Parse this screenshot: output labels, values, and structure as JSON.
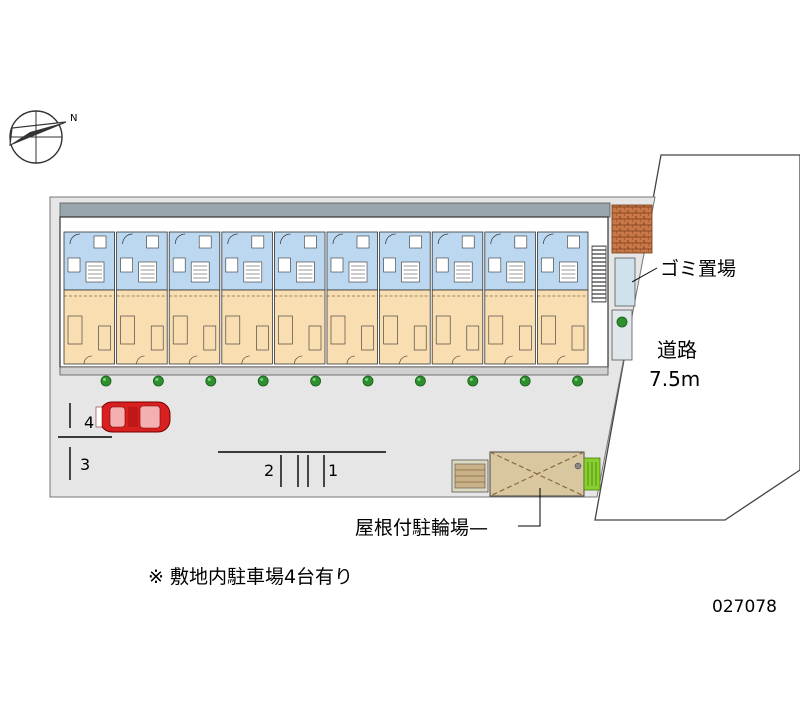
{
  "compass": {
    "north_letter": "N"
  },
  "labels": {
    "garbage": "ゴミ置場",
    "road_name": "道路",
    "road_width": "7.5m",
    "bicycle_parking": "屋根付駐輪場",
    "note": "※ 敷地内駐車場4台有り",
    "property_code": "027078"
  },
  "parking": {
    "spaces": [
      {
        "number": "4"
      },
      {
        "number": "3"
      },
      {
        "number": "2"
      },
      {
        "number": "1"
      }
    ]
  },
  "building": {
    "unit_count": 10
  },
  "colors": {
    "site": "#e6e6e6",
    "road": "#ffffff",
    "unit_living": "#f8deb0",
    "unit_wet": "#bcd8f0",
    "roof": "#9aa6ae",
    "car": "#d92020",
    "tree": "#2d8f2d",
    "brick": "#c87848",
    "bike_roof": "#d9c7a0",
    "bike_green": "#88d030"
  }
}
